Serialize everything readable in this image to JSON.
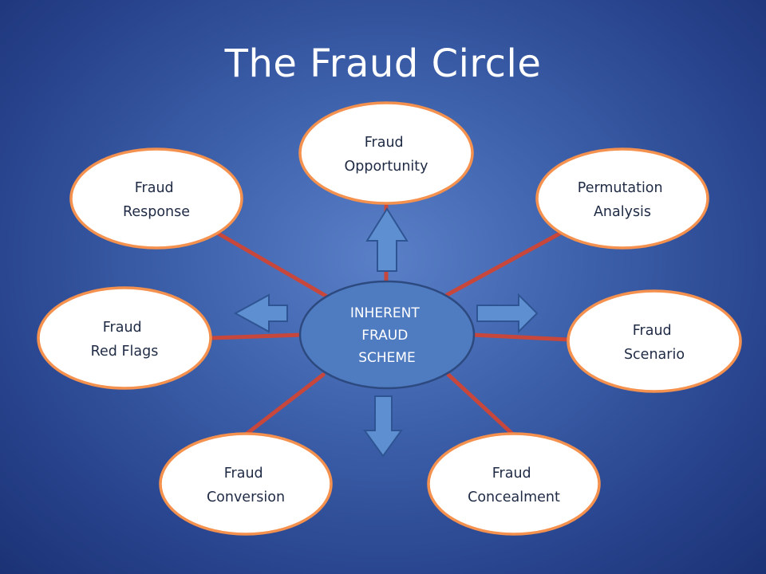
{
  "slide": {
    "title": "The Fraud Circle"
  },
  "center": {
    "lines": [
      "INHERENT",
      "FRAUD",
      "SCHEME"
    ]
  },
  "nodes": [
    {
      "id": "fraud-opportunity",
      "lines": [
        "Fraud",
        "Opportunity"
      ]
    },
    {
      "id": "fraud-response",
      "lines": [
        "Fraud",
        "Response"
      ]
    },
    {
      "id": "permutation-analysis",
      "lines": [
        "Permutation",
        "Analysis"
      ]
    },
    {
      "id": "fraud-red-flags",
      "lines": [
        "Fraud",
        "Red Flags"
      ]
    },
    {
      "id": "fraud-scenario",
      "lines": [
        "Fraud",
        "Scenario"
      ]
    },
    {
      "id": "fraud-conversion",
      "lines": [
        "Fraud",
        "Conversion"
      ]
    },
    {
      "id": "fraud-concealment",
      "lines": [
        "Fraud",
        "Concealment"
      ]
    }
  ],
  "colors": {
    "background": "#3f63ad",
    "node_fill": "#ffffff",
    "node_stroke": "#f4914e",
    "center_fill": "#4f7bc0",
    "center_stroke": "#2d4a80",
    "connector": "#c8473c",
    "arrow_fill": "#5e8fd0",
    "arrow_stroke": "#2f5493"
  }
}
